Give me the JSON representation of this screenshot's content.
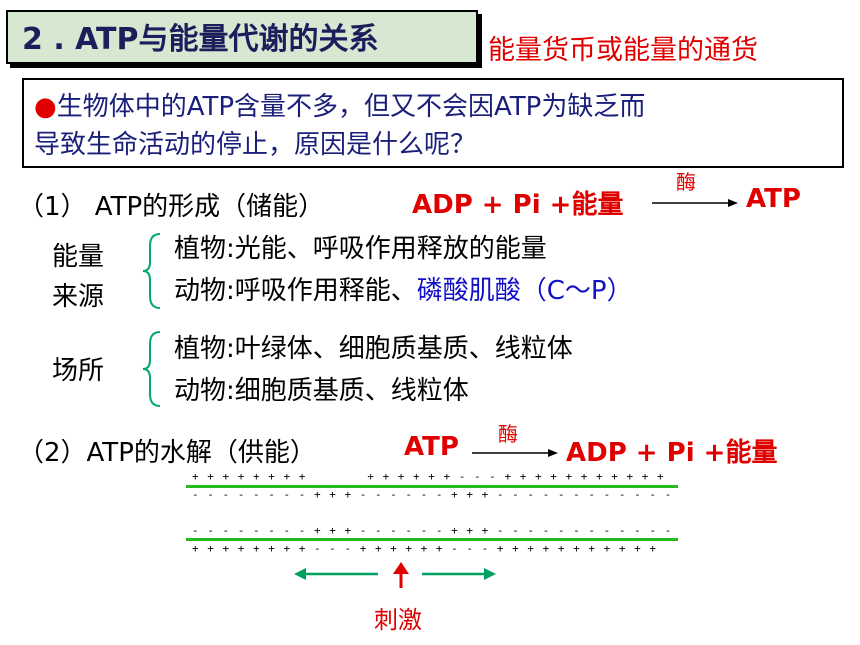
{
  "title": "2 . ATP与能量代谢的关系",
  "subtitle": "能量货币或能量的通货",
  "question": {
    "bullet": "●",
    "line1": "生物体中的ATP含量不多，但又不会因ATP为缺乏而",
    "line2": "导致生命活动的停止，原因是什么呢？"
  },
  "section1": {
    "heading": "（1） ATP的形成（储能）",
    "equation_left": "ADP + Pi +能量",
    "enzyme": "酶",
    "equation_right": "ATP"
  },
  "energy_source": {
    "label_line1": "能量",
    "label_line2": "来源",
    "plant": "植物:光能、呼吸作用释放的能量",
    "animal_prefix": "动物:呼吸作用释能、",
    "animal_highlight": "磷酸肌酸（C～P）"
  },
  "location": {
    "label": "场所",
    "plant": "植物:叶绿体、细胞质基质、线粒体",
    "animal": "动物:细胞质基质、线粒体"
  },
  "section2": {
    "heading": "（2）ATP的水解（供能）",
    "equation_left": "ATP",
    "enzyme": "酶",
    "equation_right": "ADP + Pi +能量"
  },
  "membrane": {
    "top_outer": "+ + + + + + + +        + + + + + + - - - + + + + + + + + + + +",
    "top_inner": "- - - - - - - - + + + - - - - - - + + + - - - - - - - - - - - -",
    "bottom_inner": "- - - - - - - - + + + - - - - - - + + + - - - - - - - - - - - -",
    "bottom_outer": "+ + + + + + + + - - - + + + + + + - - - + + + + + + + + + + +"
  },
  "stimulus": "刺激",
  "colors": {
    "title_bg": "#d6e8d2",
    "accent_red": "#e00000",
    "highlight_blue": "#1010c8",
    "membrane_green": "#22bb22",
    "arrow_green": "#00a060"
  }
}
